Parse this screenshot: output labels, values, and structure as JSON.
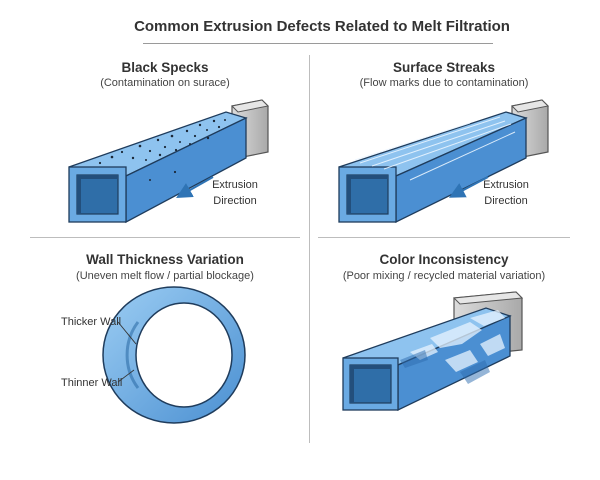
{
  "title": "Common Extrusion Defects Related to Melt Filtration",
  "panels": {
    "black_specks": {
      "heading": "Black Specks",
      "subtitle": "(Contamination on surace)",
      "direction_line1": "Extrusion",
      "direction_line2": "Direction"
    },
    "surface_streaks": {
      "heading": "Surface Streaks",
      "subtitle": "(Flow marks due to contamination)",
      "direction_line1": "Extrusion",
      "direction_line2": "Direction"
    },
    "wall_thickness": {
      "heading": "Wall Thickness Variation",
      "subtitle": "(Uneven melt flow / partial blockage)",
      "thicker_label": "Thicker Wall",
      "thinner_label": "Thinner Wall"
    },
    "color": {
      "heading": "Color Inconsistency",
      "subtitle": "(Poor mixing / recycled material variation)"
    }
  },
  "colors": {
    "profile_top": "#8ec3ef",
    "profile_front": "#6aaae3",
    "profile_side": "#4b8fd2",
    "outline": "#1f3c5c",
    "die": "#c9c9c9",
    "arrow": "#2f74b5",
    "divider": "#bdbdbd"
  }
}
